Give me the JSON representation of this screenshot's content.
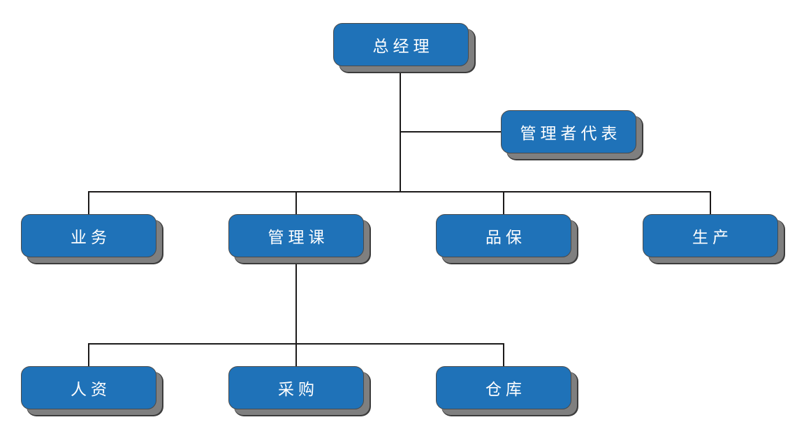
{
  "diagram": {
    "type": "org-chart",
    "background_color": "#ffffff",
    "node_fill_color": "#1F72B8",
    "node_text_color": "#ffffff",
    "node_shadow_color": "#7f7f7f",
    "connector_color": "#1c1a1a",
    "nodes": {
      "general_manager": {
        "label": "总经理"
      },
      "management_representative": {
        "label": "管理者代表"
      },
      "business": {
        "label": "业务"
      },
      "management_section": {
        "label": "管理课"
      },
      "quality_assurance": {
        "label": "品保"
      },
      "production": {
        "label": "生产"
      },
      "human_resources": {
        "label": "人资"
      },
      "purchasing": {
        "label": "采购"
      },
      "warehouse": {
        "label": "仓库"
      }
    },
    "edges": [
      {
        "from": "总经理",
        "to": "管理者代表"
      },
      {
        "from": "总经理",
        "to": "业务"
      },
      {
        "from": "总经理",
        "to": "管理课"
      },
      {
        "from": "总经理",
        "to": "品保"
      },
      {
        "from": "总经理",
        "to": "生产"
      },
      {
        "from": "管理课",
        "to": "人资"
      },
      {
        "from": "管理课",
        "to": "采购"
      },
      {
        "from": "管理课",
        "to": "仓库"
      }
    ]
  }
}
